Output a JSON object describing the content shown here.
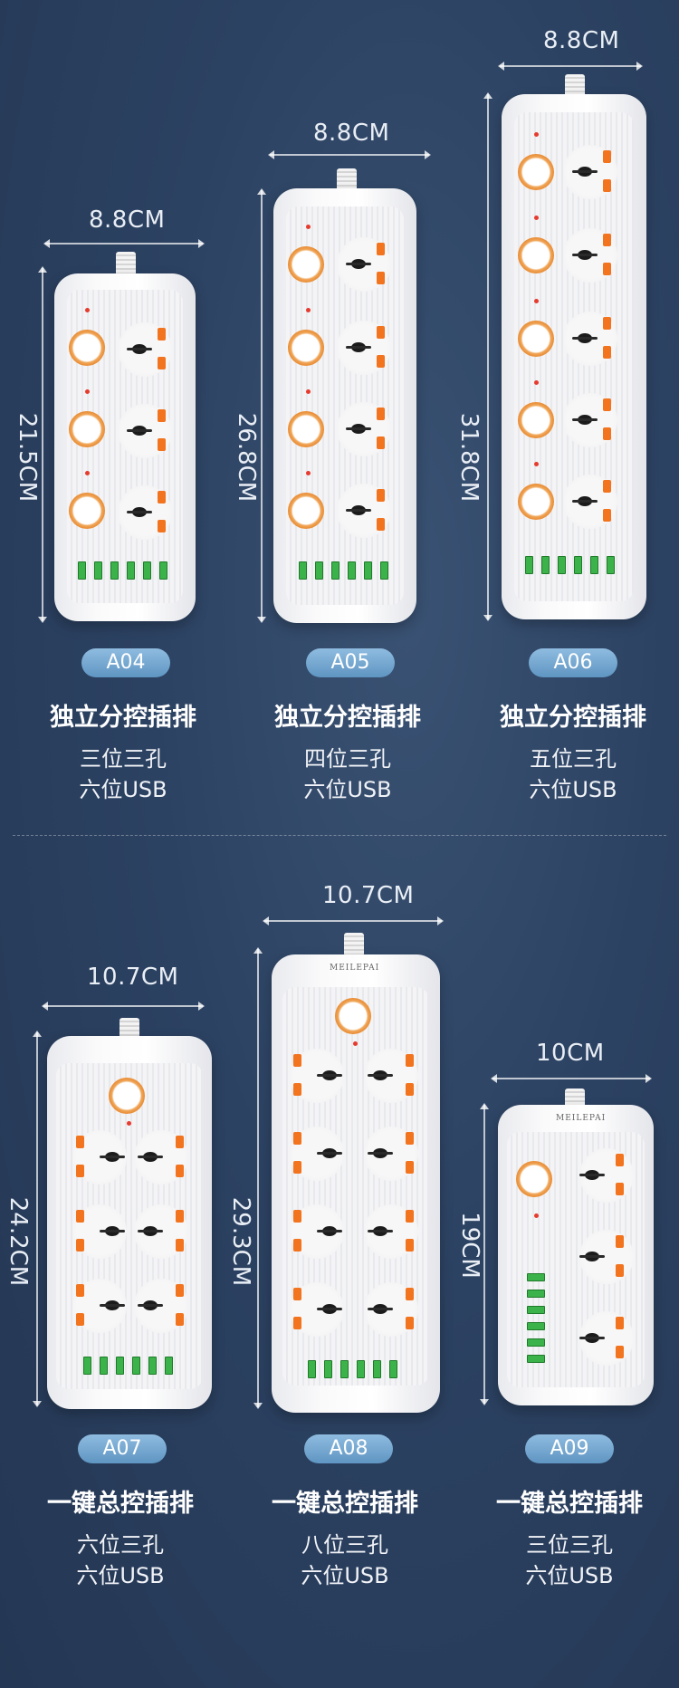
{
  "products": [
    {
      "id": "a04",
      "model": "A04",
      "width": "8.8CM",
      "height": "21.5CM",
      "title": "独立分控插排",
      "spec1": "三位三孔",
      "spec2": "六位USB"
    },
    {
      "id": "a05",
      "model": "A05",
      "width": "8.8CM",
      "height": "26.8CM",
      "title": "独立分控插排",
      "spec1": "四位三孔",
      "spec2": "六位USB"
    },
    {
      "id": "a06",
      "model": "A06",
      "width": "8.8CM",
      "height": "31.8CM",
      "title": "独立分控插排",
      "spec1": "五位三孔",
      "spec2": "六位USB"
    },
    {
      "id": "a07",
      "model": "A07",
      "width": "10.7CM",
      "height": "24.2CM",
      "title": "一键总控插排",
      "spec1": "六位三孔",
      "spec2": "六位USB"
    },
    {
      "id": "a08",
      "model": "A08",
      "width": "10.7CM",
      "height": "29.3CM",
      "title": "一键总控插排",
      "spec1": "八位三孔",
      "spec2": "六位USB",
      "brand": "MEILEPAI"
    },
    {
      "id": "a09",
      "model": "A09",
      "width": "10CM",
      "height": "19CM",
      "title": "一键总控插排",
      "spec1": "三位三孔",
      "spec2": "六位USB",
      "brand": "MEILEPAI"
    }
  ],
  "colors": {
    "background": "#2c4262",
    "accent_orange": "#f2741f",
    "usb_green": "#3bb34a",
    "pill_blue": "#6fa3cf"
  }
}
